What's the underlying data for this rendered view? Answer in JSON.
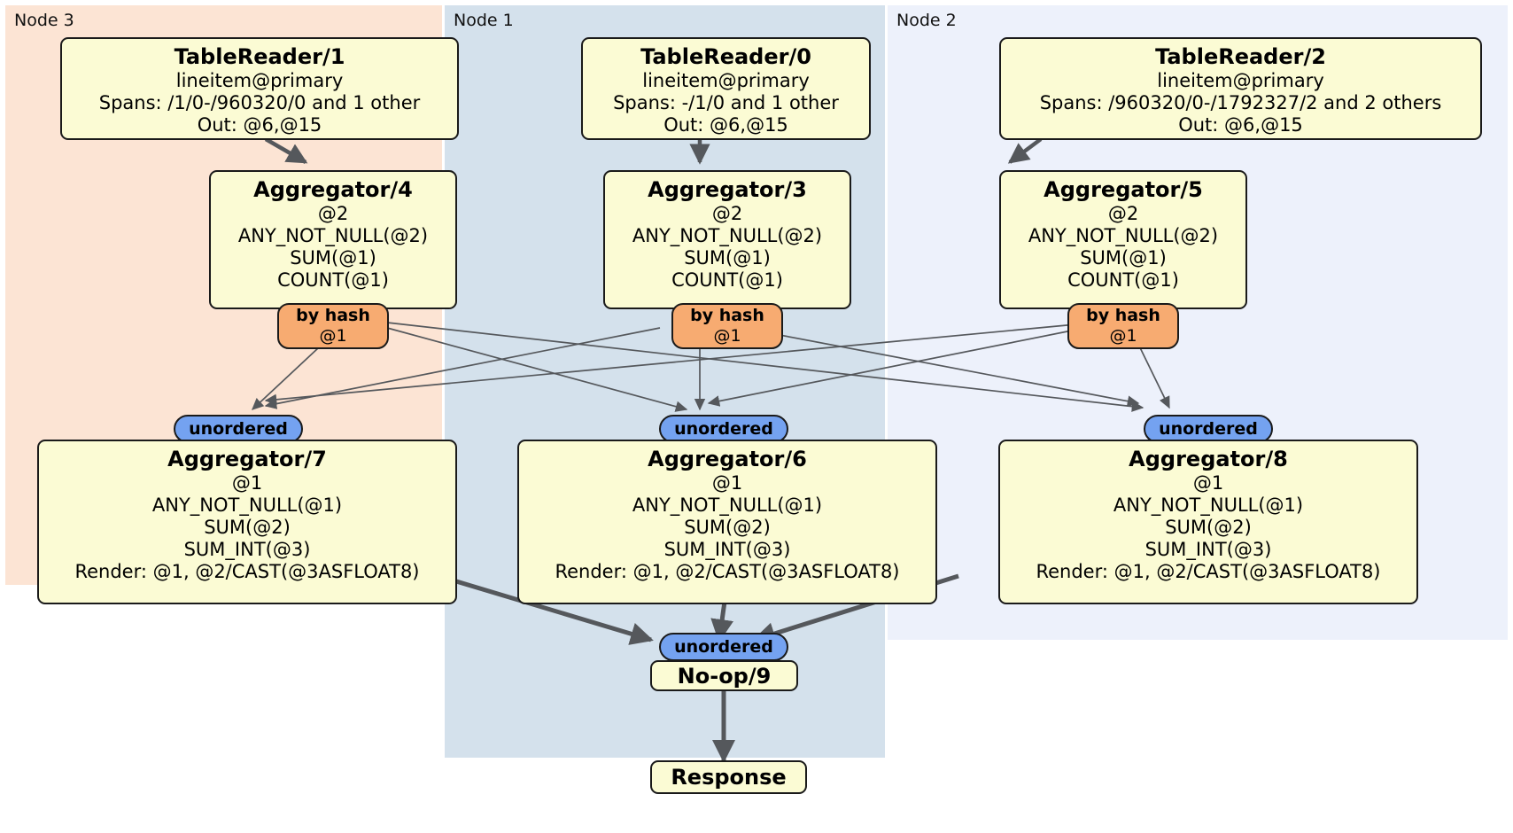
{
  "diagram": {
    "type": "distributed-query-plan",
    "title": "",
    "colors": {
      "node3_panel": "#fce4d4",
      "node1_panel": "#d4e1ec",
      "node2_panel": "#edf1fb",
      "processor_box": "#fbfbd4",
      "hash_router": "#f7ab71",
      "unordered_router": "#74a2f0",
      "stroke": "#1a1a1a",
      "edge": "#55585c"
    }
  },
  "nodes": [
    {
      "id": "node3",
      "label": "Node 3"
    },
    {
      "id": "node1",
      "label": "Node 1"
    },
    {
      "id": "node2",
      "label": "Node 2"
    }
  ],
  "processors": {
    "table_reader_1": {
      "title": "TableReader/1",
      "lines": [
        "lineitem@primary",
        "Spans: /1/0-/960320/0 and 1 other",
        "Out: @6,@15"
      ]
    },
    "table_reader_0": {
      "title": "TableReader/0",
      "lines": [
        "lineitem@primary",
        "Spans: -/1/0 and 1 other",
        "Out: @6,@15"
      ]
    },
    "table_reader_2": {
      "title": "TableReader/2",
      "lines": [
        "lineitem@primary",
        "Spans: /960320/0-/1792327/2 and 2 others",
        "Out: @6,@15"
      ]
    },
    "aggregator_4": {
      "title": "Aggregator/4",
      "lines": [
        "@2",
        "ANY_NOT_NULL(@2)",
        "SUM(@1)",
        "COUNT(@1)"
      ]
    },
    "aggregator_3": {
      "title": "Aggregator/3",
      "lines": [
        "@2",
        "ANY_NOT_NULL(@2)",
        "SUM(@1)",
        "COUNT(@1)"
      ]
    },
    "aggregator_5": {
      "title": "Aggregator/5",
      "lines": [
        "@2",
        "ANY_NOT_NULL(@2)",
        "SUM(@1)",
        "COUNT(@1)"
      ]
    },
    "aggregator_7": {
      "title": "Aggregator/7",
      "lines": [
        "@1",
        "ANY_NOT_NULL(@1)",
        "SUM(@2)",
        "SUM_INT(@3)",
        "Render: @1, @2/CAST(@3ASFLOAT8)"
      ]
    },
    "aggregator_6": {
      "title": "Aggregator/6",
      "lines": [
        "@1",
        "ANY_NOT_NULL(@1)",
        "SUM(@2)",
        "SUM_INT(@3)",
        "Render: @1, @2/CAST(@3ASFLOAT8)"
      ]
    },
    "aggregator_8": {
      "title": "Aggregator/8",
      "lines": [
        "@1",
        "ANY_NOT_NULL(@1)",
        "SUM(@2)",
        "SUM_INT(@3)",
        "Render: @1, @2/CAST(@3ASFLOAT8)"
      ]
    },
    "noop_9": {
      "title": "No-op/9",
      "lines": []
    },
    "response": {
      "title": "Response",
      "lines": []
    }
  },
  "routers": {
    "hash_4": {
      "kind": "by hash",
      "column": "@1"
    },
    "hash_3": {
      "kind": "by hash",
      "column": "@1"
    },
    "hash_5": {
      "kind": "by hash",
      "column": "@1"
    },
    "unordered_left": {
      "kind": "unordered"
    },
    "unordered_center": {
      "kind": "unordered"
    },
    "unordered_right": {
      "kind": "unordered"
    },
    "unordered_final": {
      "kind": "unordered"
    }
  }
}
